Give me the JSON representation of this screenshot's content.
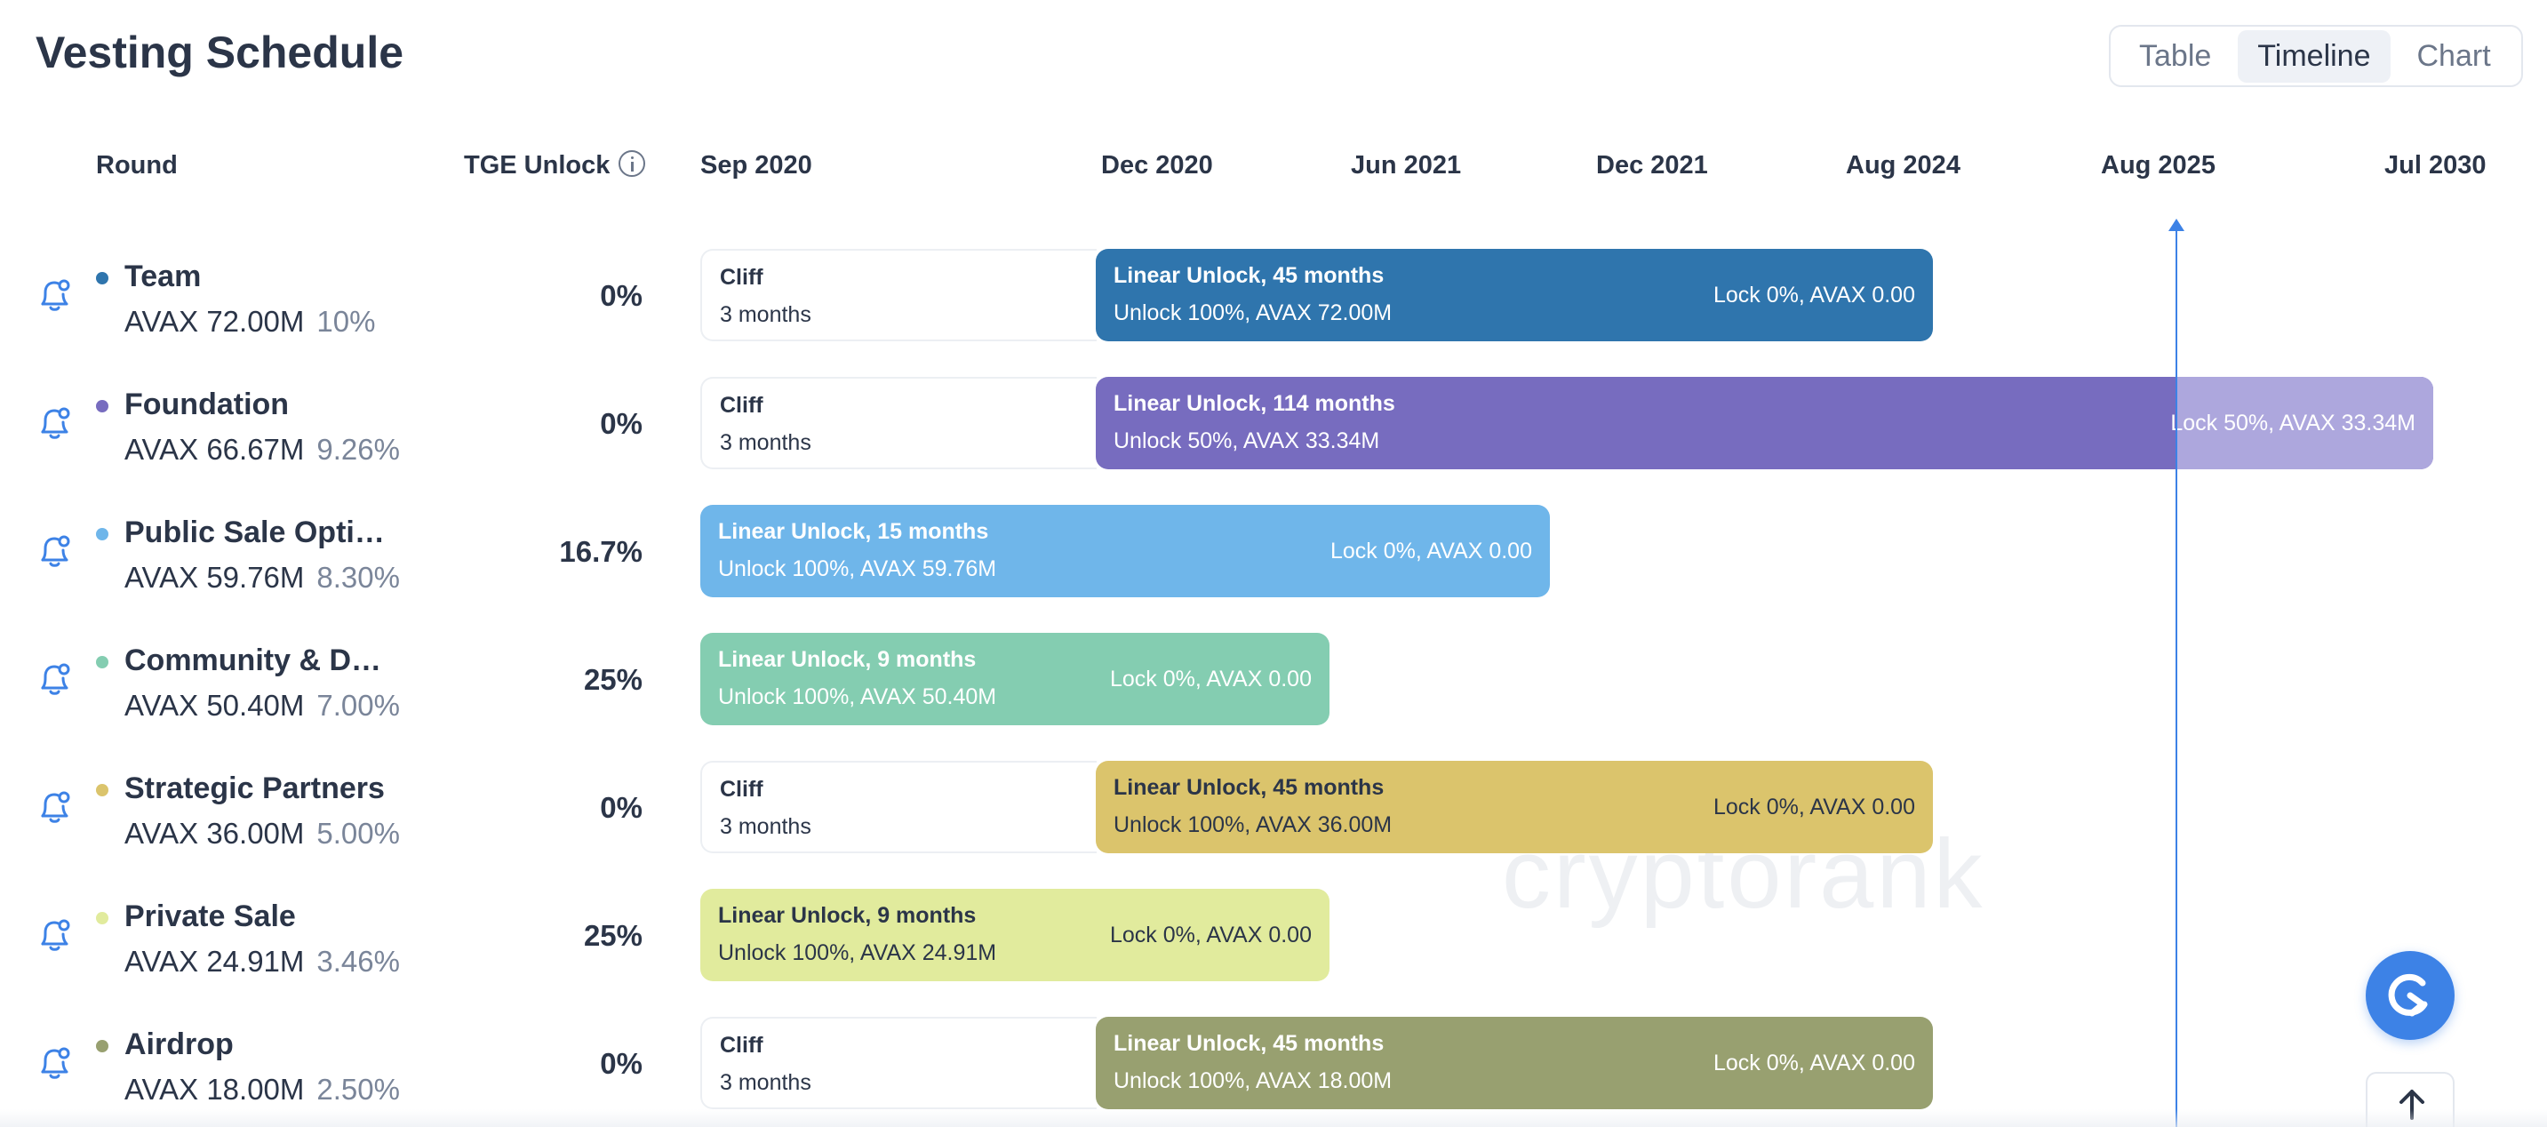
{
  "header": {
    "title": "Vesting Schedule"
  },
  "view_tabs": [
    {
      "label": "Table",
      "active": false
    },
    {
      "label": "Timeline",
      "active": true
    },
    {
      "label": "Chart",
      "active": false
    }
  ],
  "columns": {
    "round": "Round",
    "tge": "TGE Unlock"
  },
  "timeline_labels": [
    "Sep 2020",
    "Dec 2020",
    "Jun 2021",
    "Dec 2021",
    "Aug 2024",
    "Aug 2025",
    "Jul 2030"
  ],
  "watermark": "cryptorank",
  "rounds": [
    {
      "name": "Team",
      "amount": "AVAX 72.00M",
      "share": "10%",
      "tge": "0%",
      "dot_color": "#2f75ad",
      "cliff": {
        "title": "Cliff",
        "duration": "3 months"
      },
      "unlock": {
        "title": "Linear Unlock, 45 months",
        "detail": "Unlock 100%, AVAX 72.00M",
        "lock": "Lock 0%, AVAX 0.00",
        "color": "#2f75ad"
      }
    },
    {
      "name": "Foundation",
      "amount": "AVAX 66.67M",
      "share": "9.26%",
      "tge": "0%",
      "dot_color": "#776cbf",
      "cliff": {
        "title": "Cliff",
        "duration": "3 months"
      },
      "unlock": {
        "title": "Linear Unlock, 114 months",
        "detail": "Unlock 50%, AVAX 33.34M",
        "lock": "Lock 50%, AVAX 33.34M",
        "color": "#776cbf",
        "lock_color": "#ada7dd"
      }
    },
    {
      "name": "Public Sale Optio...",
      "amount": "AVAX 59.76M",
      "share": "8.30%",
      "tge": "16.7%",
      "dot_color": "#6fb6ea",
      "unlock": {
        "title": "Linear Unlock, 15 months",
        "detail": "Unlock 100%, AVAX 59.76M",
        "lock": "Lock 0%, AVAX 0.00",
        "color": "#6fb6ea"
      }
    },
    {
      "name": "Community & De...",
      "amount": "AVAX 50.40M",
      "share": "7.00%",
      "tge": "25%",
      "dot_color": "#84cdb1",
      "unlock": {
        "title": "Linear Unlock, 9 months",
        "detail": "Unlock 100%, AVAX 50.40M",
        "lock": "Lock 0%, AVAX 0.00",
        "color": "#84cdb1"
      }
    },
    {
      "name": "Strategic Partners",
      "amount": "AVAX 36.00M",
      "share": "5.00%",
      "tge": "0%",
      "dot_color": "#dbc46c",
      "cliff": {
        "title": "Cliff",
        "duration": "3 months"
      },
      "unlock": {
        "title": "Linear Unlock, 45 months",
        "detail": "Unlock 100%, AVAX 36.00M",
        "lock": "Lock 0%, AVAX 0.00",
        "color": "#dbc46c"
      }
    },
    {
      "name": "Private Sale",
      "amount": "AVAX 24.91M",
      "share": "3.46%",
      "tge": "25%",
      "dot_color": "#e1eb9d",
      "unlock": {
        "title": "Linear Unlock, 9 months",
        "detail": "Unlock 100%, AVAX 24.91M",
        "lock": "Lock 0%, AVAX 0.00",
        "color": "#e1eb9d"
      }
    },
    {
      "name": "Airdrop",
      "amount": "AVAX 18.00M",
      "share": "2.50%",
      "tge": "0%",
      "dot_color": "#98a070",
      "cliff": {
        "title": "Cliff",
        "duration": "3 months"
      },
      "unlock": {
        "title": "Linear Unlock, 45 months",
        "detail": "Unlock 100%, AVAX 18.00M",
        "lock": "Lock 0%, AVAX 0.00",
        "color": "#98a070"
      }
    }
  ]
}
